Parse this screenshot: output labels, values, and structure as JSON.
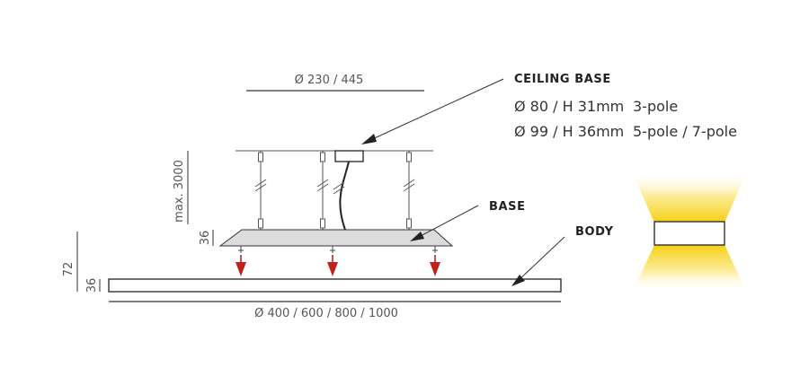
{
  "dimensions": {
    "ceiling_diameter": "Ø 230 / 445",
    "max_height": "max. 3000",
    "base_height": "36",
    "total_height": "72",
    "body_height": "36",
    "body_diameter": "Ø 400 / 600 / 800 / 1000"
  },
  "callouts": {
    "ceiling_base": {
      "label": "CEILING BASE",
      "specs": [
        {
          "size": "Ø 80 / H 31mm",
          "poles": "3-pole"
        },
        {
          "size": "Ø 99 / H 36mm",
          "poles": "5-pole / 7-pole"
        }
      ]
    },
    "base": {
      "label": "BASE"
    },
    "body": {
      "label": "BODY"
    }
  },
  "colors": {
    "arrow": "#c0211f",
    "light_beam": "#f7d31a",
    "base_fill": "#dcdcdc",
    "line": "#333333"
  }
}
